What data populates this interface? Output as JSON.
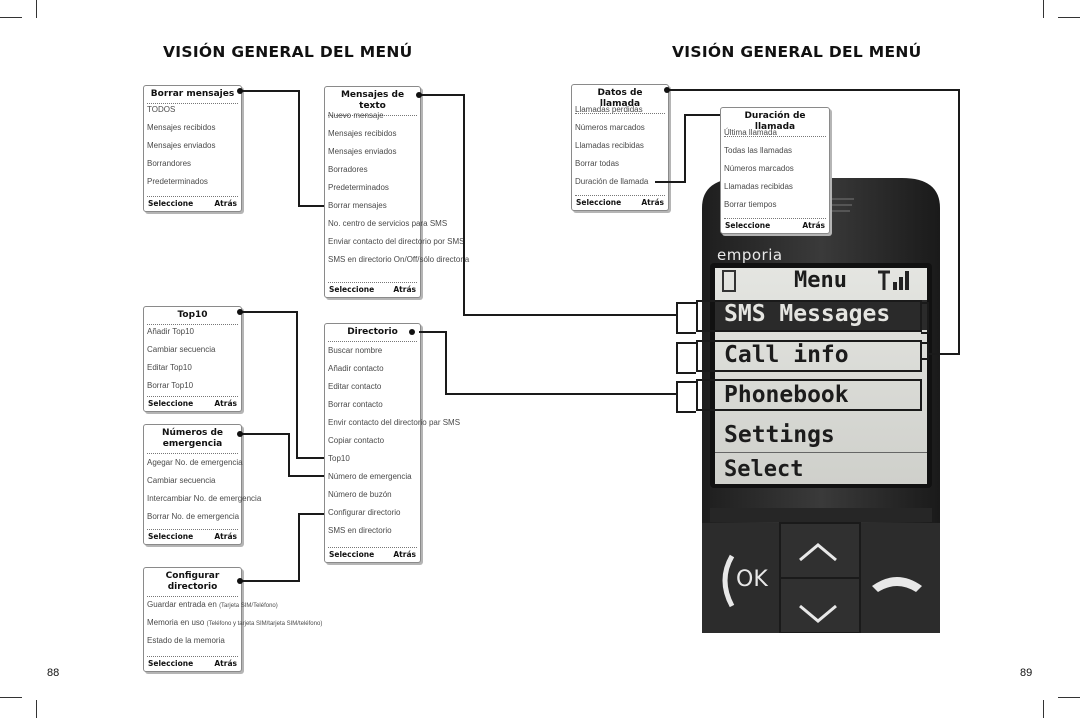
{
  "left_page": {
    "title": "VISIÓN GENERAL DEL MENÚ",
    "page_number": "88",
    "borrar_mensajes": {
      "header": "Borrar mensajes",
      "items": [
        "TODOS",
        "Mensajes recibidos",
        "Mensajes enviados",
        "Borrandores",
        "Predeterminados"
      ],
      "select": "Seleccione",
      "back": "Atrás"
    },
    "mensajes_de_texto": {
      "header": "Mensajes de texto",
      "items": [
        "Nuevo mensaje",
        "Mensajes recibidos",
        "Mensajes enviados",
        "Borradores",
        "Predeterminados",
        "Borrar mensajes",
        "No. centro de servicios para SMS",
        "Enviar contacto del directorio por SMS",
        "SMS en directorio On/Off/sólo directoria"
      ],
      "select": "Seleccione",
      "back": "Atrás"
    },
    "top10": {
      "header": "Top10",
      "items": [
        "Añadir Top10",
        "Cambiar secuencia",
        "Editar Top10",
        "Borrar Top10"
      ],
      "select": "Seleccione",
      "back": "Atrás"
    },
    "numeros_emergencia": {
      "header_line1": "Números de",
      "header_line2": "emergencia",
      "items": [
        "Agegar No. de emergencia",
        "Cambiar secuencia",
        "Intercambiar No. de emergencia",
        "Borrar No. de emergencia"
      ],
      "select": "Seleccione",
      "back": "Atrás"
    },
    "directorio": {
      "header": "Directorio",
      "items": [
        "Buscar nombre",
        "Añadir contacto",
        "Editar contacto",
        "Borrar contacto",
        "Envir contacto del directorio par SMS",
        "Copiar contacto",
        "Top10",
        "Número de emergencia",
        "Número de buzón",
        "Configurar directorio",
        "SMS en directorio"
      ],
      "select": "Seleccione",
      "back": "Atrás"
    },
    "configurar_directorio": {
      "header_line1": "Configurar",
      "header_line2": "directorio",
      "item1_main": "Guardar entrada en",
      "item1_small": "(Tarjeta SIM/Teléfono)",
      "item2_main": "Memoria en uso",
      "item2_small": "(Teléfono y tarjeta SIM/tarjeta SIM/teléfono)",
      "item3": "Estado de la memoria",
      "select": "Seleccione",
      "back": "Atrás"
    }
  },
  "right_page": {
    "title": "VISIÓN GENERAL DEL MENÚ",
    "page_number": "89",
    "datos_llamada": {
      "header": "Datos de llamada",
      "items": [
        "Llamadas perdidas",
        "Números marcados",
        "Llamadas recibidas",
        "Borrar todas",
        "Duración de llamada"
      ],
      "select": "Seleccione",
      "back": "Atrás"
    },
    "duracion_llamada": {
      "header": "Duración de llamada",
      "items": [
        "Última llamada",
        "Todas las llamadas",
        "Números marcados",
        "Llamadas recibidas",
        "Borrar tiempos"
      ],
      "select": "Seleccione",
      "back": "Atrás"
    },
    "phone": {
      "brand": "emporia",
      "screen_title": "Menu",
      "menu_items": [
        "SMS Messages",
        "Call info",
        "Phonebook",
        "Settings"
      ],
      "soft_key": "Select",
      "ok_label": "OK"
    }
  },
  "colors": {
    "ink": "#111111",
    "phone_body": "#2b2b2b",
    "lcd": "#d9dad5"
  }
}
